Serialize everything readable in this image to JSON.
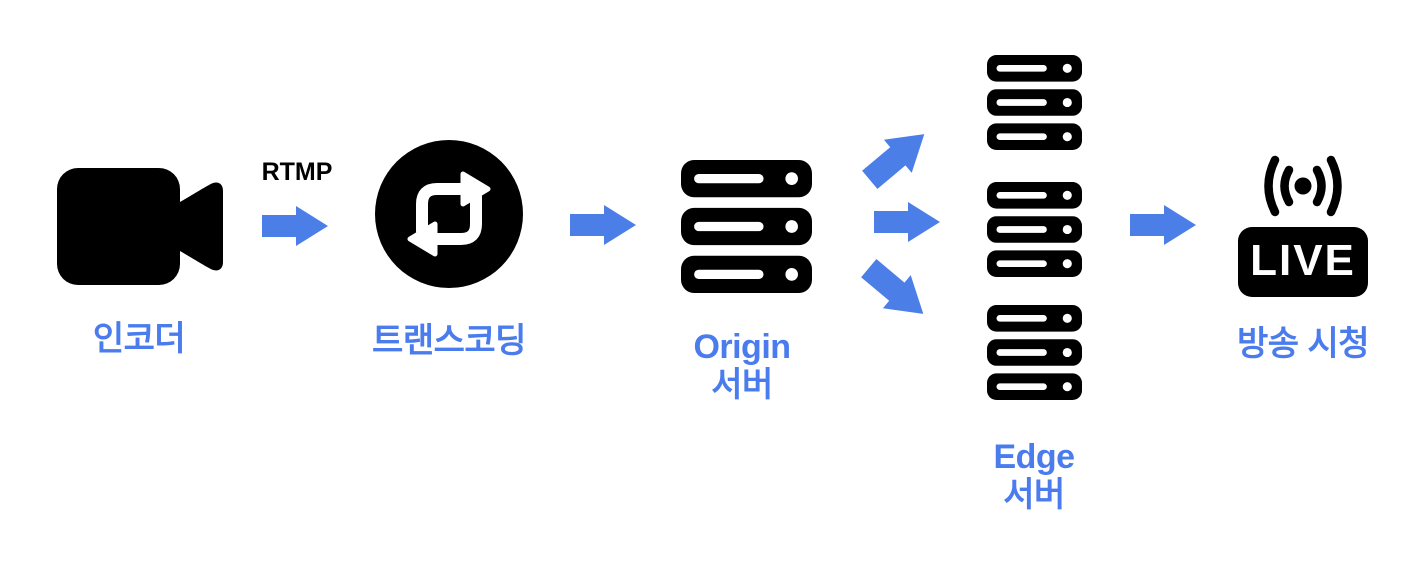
{
  "diagram": {
    "description": "Live streaming delivery flow diagram",
    "background_color": "#ffffff",
    "colors": {
      "arrow_blue": "#4C7EE8",
      "label_blue": "#4A7CEE",
      "icon_black": "#000000",
      "icon_white": "#ffffff"
    },
    "nodes": {
      "encoder": {
        "label": "인코더",
        "icon": "video-camera-icon"
      },
      "transcoding": {
        "label": "트랜스코딩",
        "icon": "transcode-repeat-icon"
      },
      "origin": {
        "label_line1": "Origin",
        "label_line2": "서버",
        "icon": "server-stack-icon",
        "server_bars": 3
      },
      "edge": {
        "label_line1": "Edge",
        "label_line2": "서버",
        "icon": "server-stack-icon",
        "stack_count": 3
      },
      "viewer": {
        "label": "방송 시청",
        "icon": "live-broadcast-icon",
        "badge_text": "LIVE"
      }
    },
    "edges": {
      "encoder_to_transcoding": {
        "label": "RTMP",
        "direction": "right"
      },
      "transcoding_to_origin": {
        "direction": "right"
      },
      "origin_to_edge": {
        "arrow_count": 3,
        "directions": [
          "up-right",
          "right",
          "down-right"
        ]
      },
      "edge_to_viewer": {
        "direction": "right"
      }
    }
  }
}
